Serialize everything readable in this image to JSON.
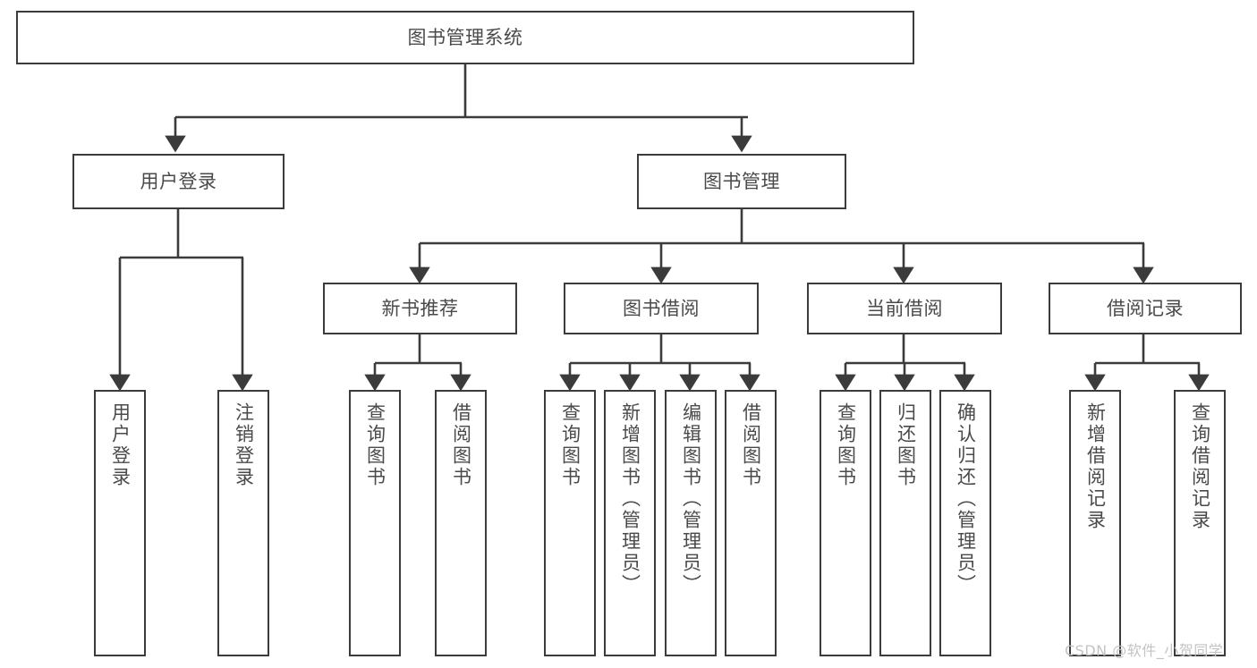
{
  "diagram": {
    "title": "图书管理系统",
    "type": "hierarchy-tree",
    "colors": {
      "box_border": "#3b3b3b",
      "box_fill": "#ffffff",
      "text": "#4a4a4a",
      "connector": "#3b3b3b",
      "watermark": "#c3c3c3",
      "background": "#ffffff"
    },
    "root": {
      "label": "图书管理系统"
    },
    "level1": [
      {
        "label": "用户登录"
      },
      {
        "label": "图书管理"
      }
    ],
    "level2": [
      {
        "label": "新书推荐"
      },
      {
        "label": "图书借阅"
      },
      {
        "label": "当前借阅"
      },
      {
        "label": "借阅记录"
      }
    ],
    "leaves": {
      "user_login": [
        {
          "label": "用户登录"
        },
        {
          "label": "注销登录"
        }
      ],
      "new_book_recommend": [
        {
          "label": "查询图书"
        },
        {
          "label": "借阅图书"
        }
      ],
      "book_borrow": [
        {
          "label": "查询图书"
        },
        {
          "label": "新增图书（管理员）"
        },
        {
          "label": "编辑图书（管理员）"
        },
        {
          "label": "借阅图书"
        }
      ],
      "current_borrow": [
        {
          "label": "查询图书"
        },
        {
          "label": "归还图书"
        },
        {
          "label": "确认归还（管理员）"
        }
      ],
      "borrow_record": [
        {
          "label": "新增借阅记录"
        },
        {
          "label": "查询借阅记录"
        }
      ]
    }
  },
  "watermark": {
    "text": "CSDN @软件_小贺同学"
  }
}
